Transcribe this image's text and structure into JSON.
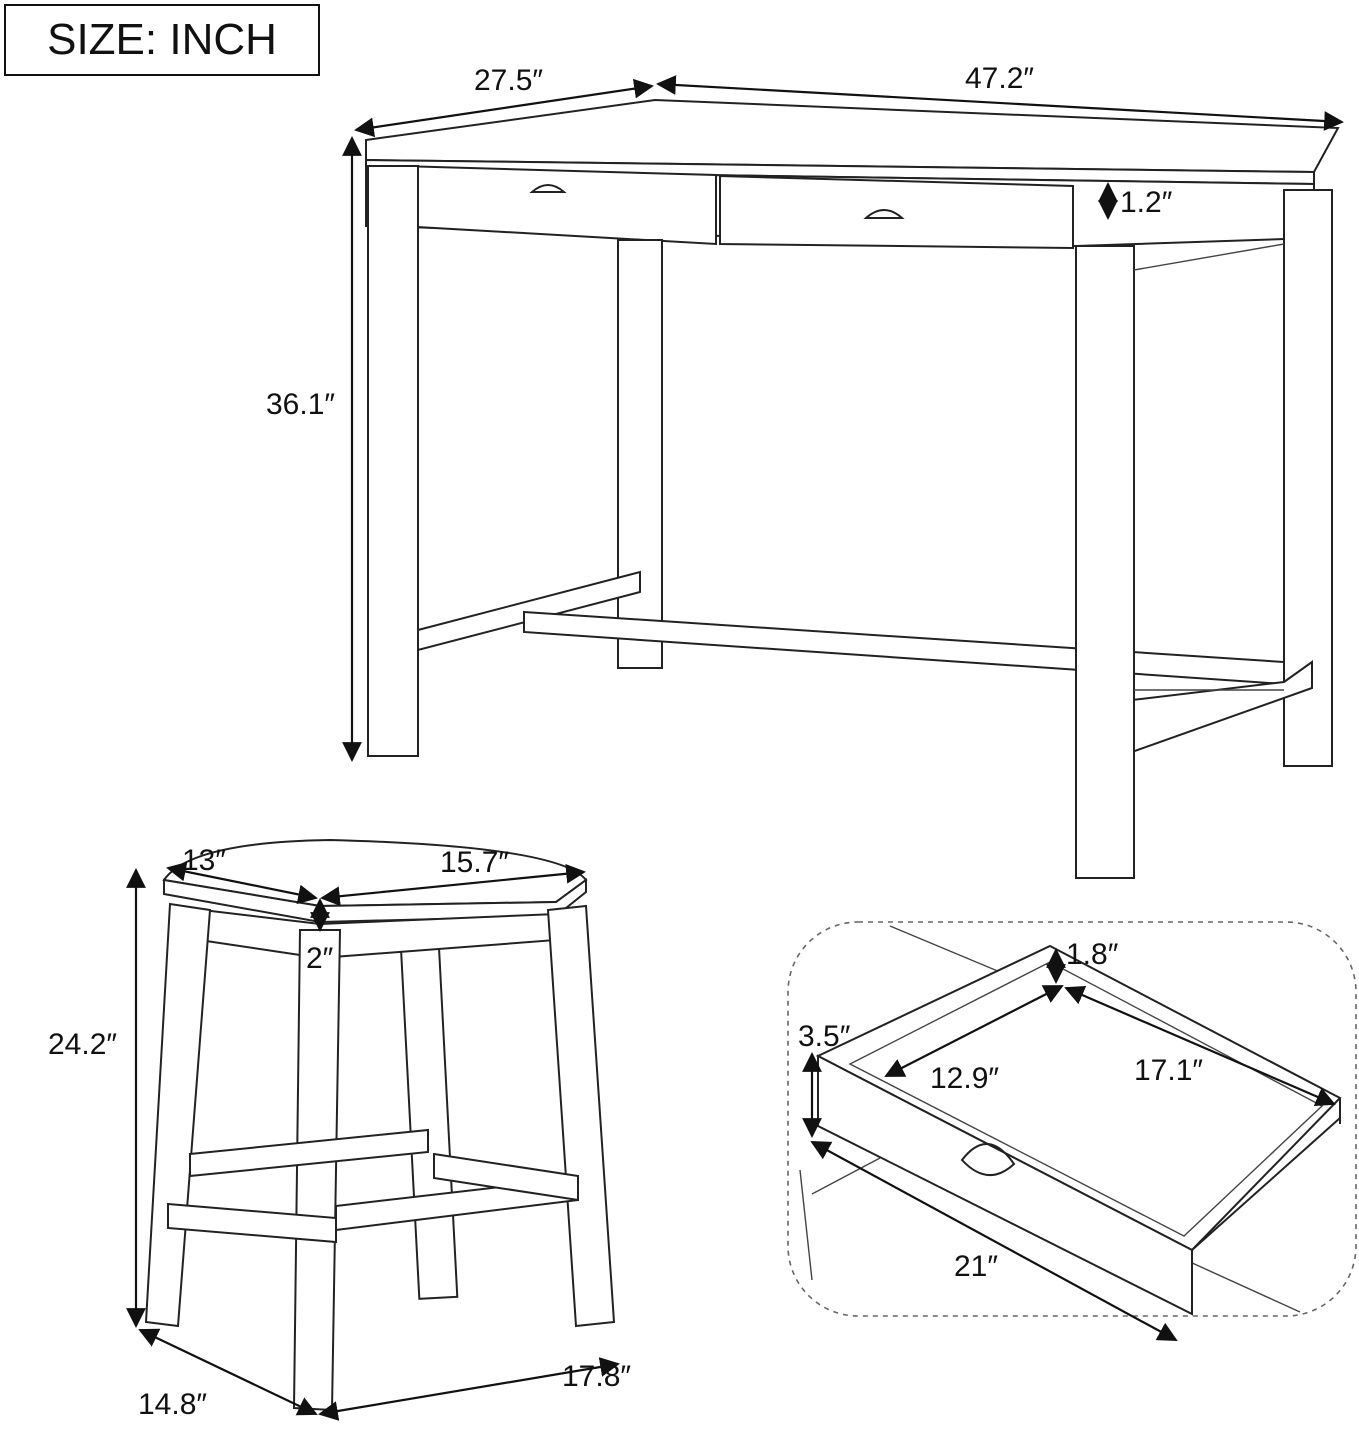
{
  "header": {
    "size_label": "SIZE: INCH"
  },
  "table": {
    "depth": "27.5″",
    "width": "47.2″",
    "top_thickness": "1.2″",
    "height": "36.1″"
  },
  "stool": {
    "seat_depth": "13″",
    "seat_width": "15.7″",
    "seat_thickness": "2″",
    "height": "24.2″",
    "base_depth": "14.8″",
    "base_width": "17.8″"
  },
  "drawer": {
    "depth_height": "1.8″",
    "front_height": "3.5″",
    "inner_width": "12.9″",
    "inner_length": "17.1″",
    "outer_length": "21″"
  }
}
